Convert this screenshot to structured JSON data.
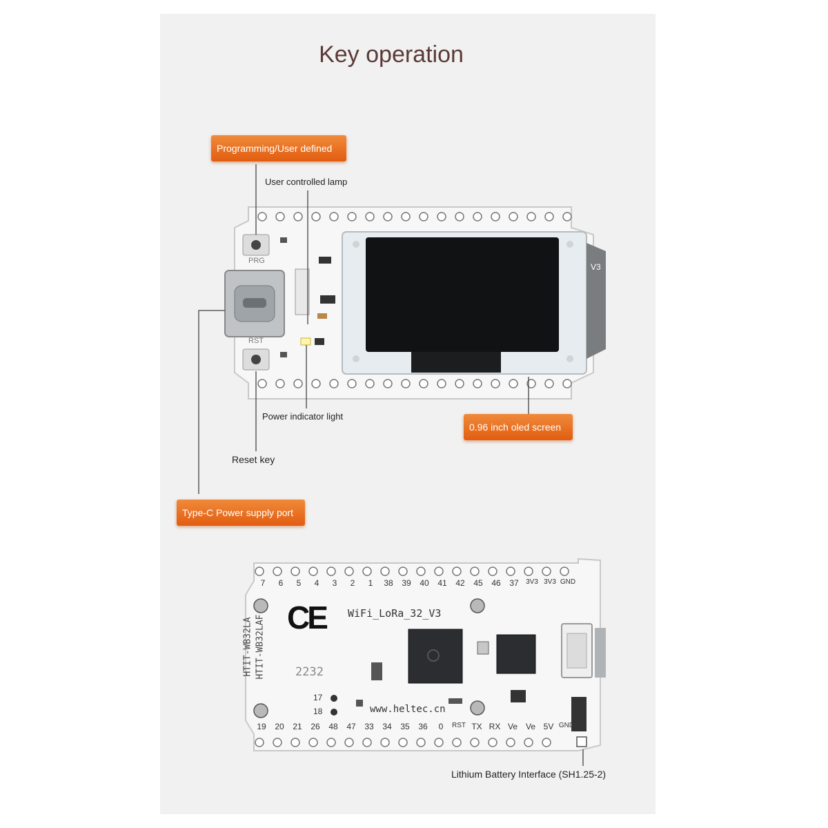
{
  "title": "Key operation",
  "callouts": {
    "programming": "Programming/User defined",
    "oled": "0.96 inch oled screen",
    "typec": "Type-C Power supply port"
  },
  "labels": {
    "user_lamp": "User controlled lamp",
    "power_light": "Power indicator light",
    "reset_key": "Reset key",
    "battery": "Lithium Battery Interface (SH1.25-2)"
  },
  "board_top": {
    "prg": "PRG",
    "rst": "RST",
    "version": "V3"
  },
  "board_bottom": {
    "pins_top": [
      "7",
      "6",
      "5",
      "4",
      "3",
      "2",
      "1",
      "38",
      "39",
      "40",
      "41",
      "42",
      "45",
      "46",
      "37",
      "3V3",
      "3V3",
      "GND"
    ],
    "pins_bottom": [
      "19",
      "20",
      "21",
      "26",
      "48",
      "47",
      "33",
      "34",
      "35",
      "36",
      "0",
      "RST",
      "TX",
      "RX",
      "Ve",
      "Ve",
      "5V",
      "GND"
    ],
    "model": "WiFi_LoRa_32_V3",
    "code_a": "HTIT-WB32LA",
    "code_b": "HTIT-WB32LAF",
    "number": "2232",
    "pin17": "17",
    "pin18": "18",
    "website": "www.heltec.cn",
    "ce": "CE"
  },
  "colors": {
    "accent": "#e8691e",
    "title": "#5a3a36",
    "board": "#f7f7f7"
  }
}
